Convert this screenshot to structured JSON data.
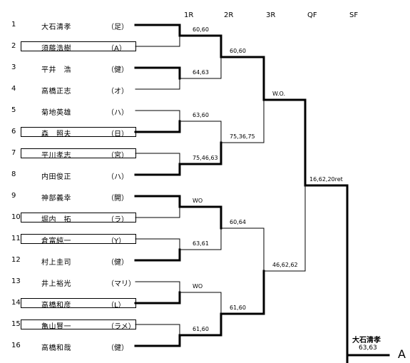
{
  "rounds": [
    "1R",
    "2R",
    "3R",
    "QF",
    "SF"
  ],
  "players": [
    {
      "num": "1",
      "name": "大石清孝",
      "club": "（足）",
      "boxed": false
    },
    {
      "num": "2",
      "name": "須藤浩樹",
      "club": "（A）",
      "boxed": true
    },
    {
      "num": "3",
      "name": "平井　浩",
      "club": "（健）",
      "boxed": false
    },
    {
      "num": "4",
      "name": "高橋正志",
      "club": "（オ）",
      "boxed": false
    },
    {
      "num": "5",
      "name": "菊地英雄",
      "club": "（ハ）",
      "boxed": false
    },
    {
      "num": "6",
      "name": "森　照夫",
      "club": "（日）",
      "boxed": true
    },
    {
      "num": "7",
      "name": "平川孝志",
      "club": "（宮）",
      "boxed": true
    },
    {
      "num": "8",
      "name": "内田俊正",
      "club": "（ハ）",
      "boxed": false
    },
    {
      "num": "9",
      "name": "神部義幸",
      "club": "（開）",
      "boxed": false
    },
    {
      "num": "10",
      "name": "堀内　拓",
      "club": "（ラ）",
      "boxed": true
    },
    {
      "num": "11",
      "name": "倉富純一",
      "club": "（Y）",
      "boxed": true
    },
    {
      "num": "12",
      "name": "村上圭司",
      "club": "（健）",
      "boxed": false
    },
    {
      "num": "13",
      "name": "井上裕光",
      "club": "（マリ）",
      "boxed": false
    },
    {
      "num": "14",
      "name": "高橋和彦",
      "club": "（L）",
      "boxed": true
    },
    {
      "num": "15",
      "name": "亀山賢一",
      "club": "（ラメ）",
      "boxed": true
    },
    {
      "num": "16",
      "name": "高橋和哉",
      "club": "（健）",
      "boxed": false
    }
  ],
  "scores": {
    "r1": [
      "60,60",
      "64,63",
      "63,60",
      "75,46,63",
      "WO",
      "63,61",
      "WO",
      "61,60"
    ],
    "r2": [
      "60,60",
      "75,36,75",
      "60,64",
      "61,60"
    ],
    "r3": [
      "W.O.",
      "46,62,62"
    ],
    "qf": [
      "16,62,20ret"
    ]
  },
  "champion": {
    "name": "大石清孝",
    "score": "63,63",
    "mark": "A"
  },
  "colors": {
    "line": "#000000",
    "background": "#ffffff"
  }
}
